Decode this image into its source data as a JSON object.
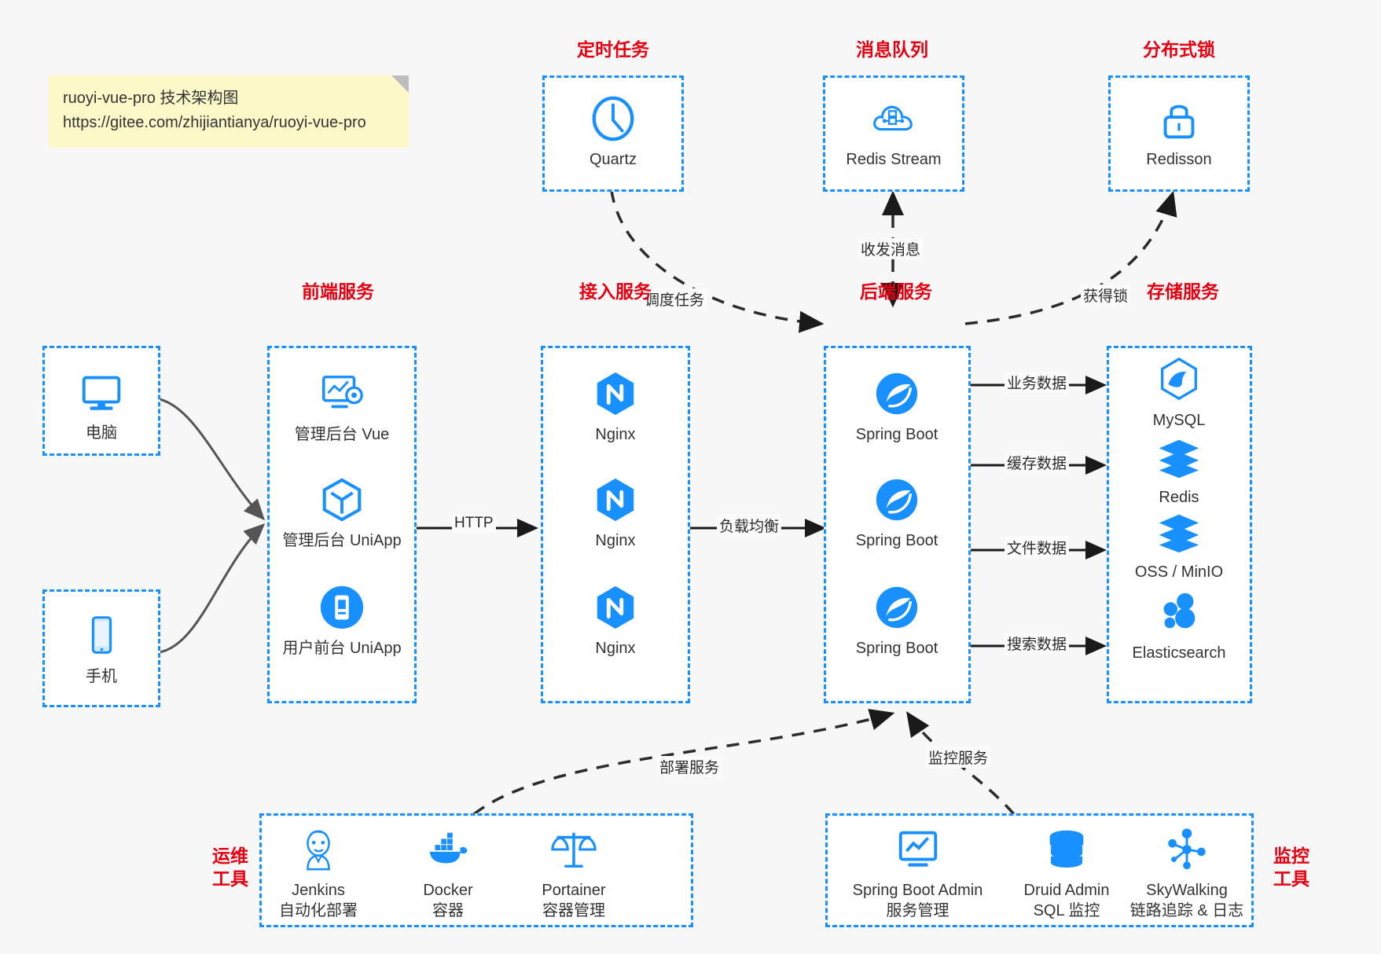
{
  "note": {
    "line1": "ruoyi-vue-pro 技术架构图",
    "line2": "https://gitee.com/zhijiantianya/ruoyi-vue-pro"
  },
  "colors": {
    "accent": "#1890ff",
    "heading": "#e60012",
    "text": "#333333",
    "background": "#f7f7f7",
    "note_bg": "#fcf8c8"
  },
  "groups": {
    "scheduled_task": "定时任务",
    "message_queue": "消息队列",
    "distributed_lock": "分布式锁",
    "frontend_service": "前端服务",
    "gateway_service": "接入服务",
    "backend_service": "后端服务",
    "storage_service": "存储服务",
    "devops_tools": "运维\n工具",
    "devops_tools_l1": "运维",
    "devops_tools_l2": "工具",
    "monitor_tools_l1": "监控",
    "monitor_tools_l2": "工具"
  },
  "nodes": {
    "quartz": {
      "label": "Quartz",
      "icon": "clock-icon"
    },
    "redis_stream": {
      "label": "Redis Stream",
      "icon": "cloud-stream-icon"
    },
    "redisson": {
      "label": "Redisson",
      "icon": "lock-icon"
    },
    "computer": {
      "label": "电脑",
      "icon": "desktop-icon"
    },
    "phone": {
      "label": "手机",
      "icon": "mobile-icon"
    },
    "admin_vue": {
      "label": "管理后台 Vue",
      "icon": "dashboard-gear-icon"
    },
    "admin_uniapp": {
      "label": "管理后台 UniApp",
      "icon": "cube-icon"
    },
    "user_uniapp": {
      "label": "用户前台 UniApp",
      "icon": "app-icon"
    },
    "nginx1": {
      "label": "Nginx",
      "icon": "nginx-icon"
    },
    "nginx2": {
      "label": "Nginx",
      "icon": "nginx-icon"
    },
    "nginx3": {
      "label": "Nginx",
      "icon": "nginx-icon"
    },
    "springboot1": {
      "label": "Spring Boot",
      "icon": "spring-icon"
    },
    "springboot2": {
      "label": "Spring Boot",
      "icon": "spring-icon"
    },
    "springboot3": {
      "label": "Spring Boot",
      "icon": "spring-icon"
    },
    "mysql": {
      "label": "MySQL",
      "icon": "mysql-icon"
    },
    "redis": {
      "label": "Redis",
      "icon": "redis-icon"
    },
    "oss_minio": {
      "label": "OSS / MinIO",
      "icon": "redis-icon"
    },
    "elasticsearch": {
      "label": "Elasticsearch",
      "icon": "elasticsearch-icon"
    },
    "jenkins": {
      "label": "Jenkins",
      "sublabel": "自动化部署",
      "icon": "jenkins-icon"
    },
    "docker": {
      "label": "Docker",
      "sublabel": "容器",
      "icon": "docker-icon"
    },
    "portainer": {
      "label": "Portainer",
      "sublabel": "容器管理",
      "icon": "scales-icon"
    },
    "spring_boot_admin": {
      "label": "Spring Boot Admin",
      "sublabel": "服务管理",
      "icon": "monitor-chart-icon"
    },
    "druid_admin": {
      "label": "Druid Admin",
      "sublabel": "SQL 监控",
      "icon": "database-icon"
    },
    "skywalking": {
      "label": "SkyWalking",
      "sublabel": "链路追踪 & 日志",
      "icon": "skywalking-icon"
    }
  },
  "edges": {
    "schedule_task": "调度任务",
    "send_receive_message": "收发消息",
    "acquire_lock": "获得锁",
    "http": "HTTP",
    "load_balance": "负载均衡",
    "business_data": "业务数据",
    "cache_data": "缓存数据",
    "file_data": "文件数据",
    "search_data": "搜索数据",
    "deploy_service": "部署服务",
    "monitor_service": "监控服务"
  }
}
